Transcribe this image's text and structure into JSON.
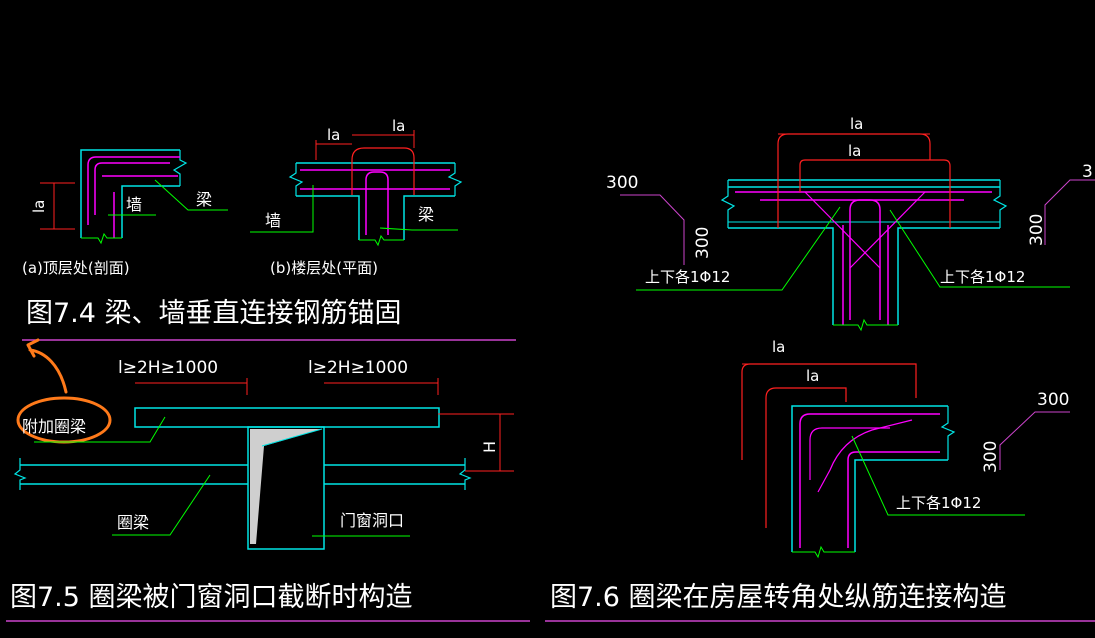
{
  "colors": {
    "background": "#000000",
    "concrete_outline": "#00e5e5",
    "rebar_main": "#ff00ff",
    "dimension": "#ff2020",
    "leader": "#00ff00",
    "text": "#ffffff",
    "separator": "#cc44cc",
    "hand_annotation": "#ff7a1a"
  },
  "fig74": {
    "title": "图7.4  梁、墙垂直连接钢筋锚固",
    "sub_a": "(a)顶层处(剖面)",
    "sub_b": "(b)楼层处(平面)",
    "dim_la_a": "la",
    "dim_la_b1": "la",
    "dim_la_b2": "la",
    "label_liang_a": "梁",
    "label_qiang_a": "墙",
    "label_qiang_b": "墙",
    "label_liang_b": "梁"
  },
  "fig75": {
    "title": "图7.5  圈梁被门窗洞口截断时构造",
    "dim_left": "l≥2H≥1000",
    "dim_right": "l≥2H≥1000",
    "dim_h": "H",
    "label_extra_beam": "附加圈梁",
    "label_ring_beam": "圈梁",
    "label_opening": "门窗洞口"
  },
  "fig76": {
    "title": "图7.6  圈梁在房屋转角处纵筋连接构造",
    "top": {
      "dim_la_outer": "la",
      "dim_la_inner": "la",
      "dim_300_left": "300",
      "dim_300_left_v": "300",
      "dim_300_right": "3",
      "dim_300_right_v": "300",
      "label_left": "上下各1Φ12",
      "label_right": "上下各1Φ12"
    },
    "corner": {
      "dim_la_outer": "la",
      "dim_la_inner": "la",
      "dim_300": "300",
      "dim_300_v": "300",
      "label": "上下各1Φ12"
    }
  }
}
